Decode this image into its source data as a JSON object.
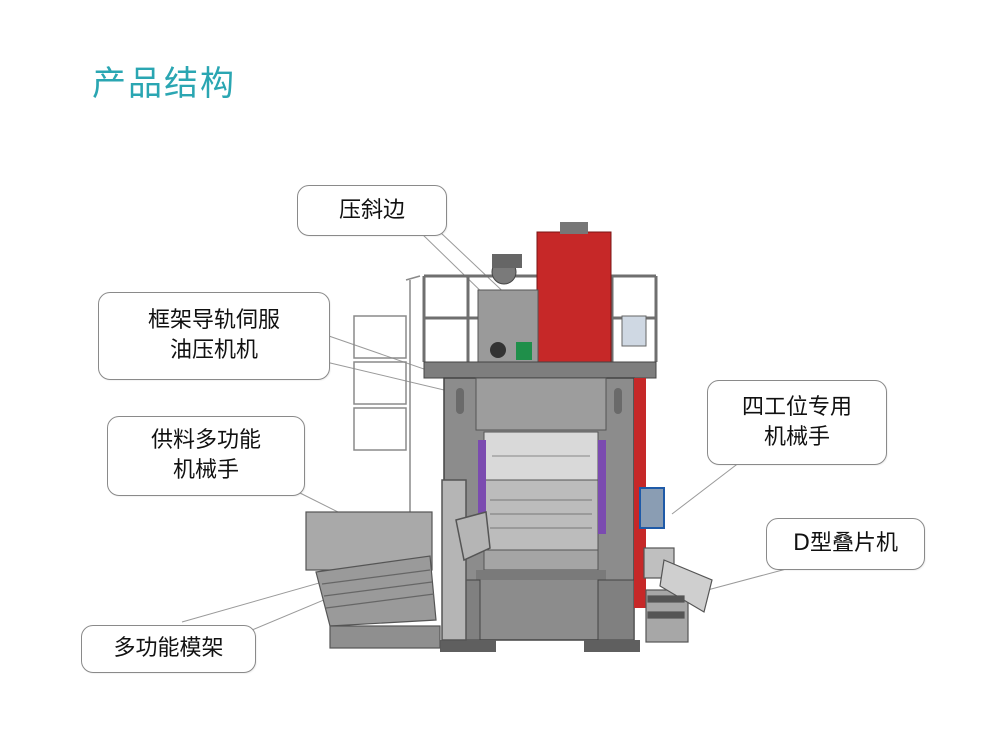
{
  "slide": {
    "title": "产品结构"
  },
  "callouts": {
    "bevel_press": "压斜边",
    "frame_press": "框架导轨伺服\n油压机机",
    "feed_robot": "供料多功能\n机械手",
    "multi_mold": "多功能模架",
    "four_station_robot": "四工位专用\n 机械手",
    "d_stacker": "D型叠片机"
  },
  "colors": {
    "title": "#2aa6b2",
    "hydraulic_tank": "#c62828",
    "machine_body": "#8c8c8c",
    "accent_purple": "#7b4bb0",
    "accent_blue": "#1e5aa8"
  }
}
